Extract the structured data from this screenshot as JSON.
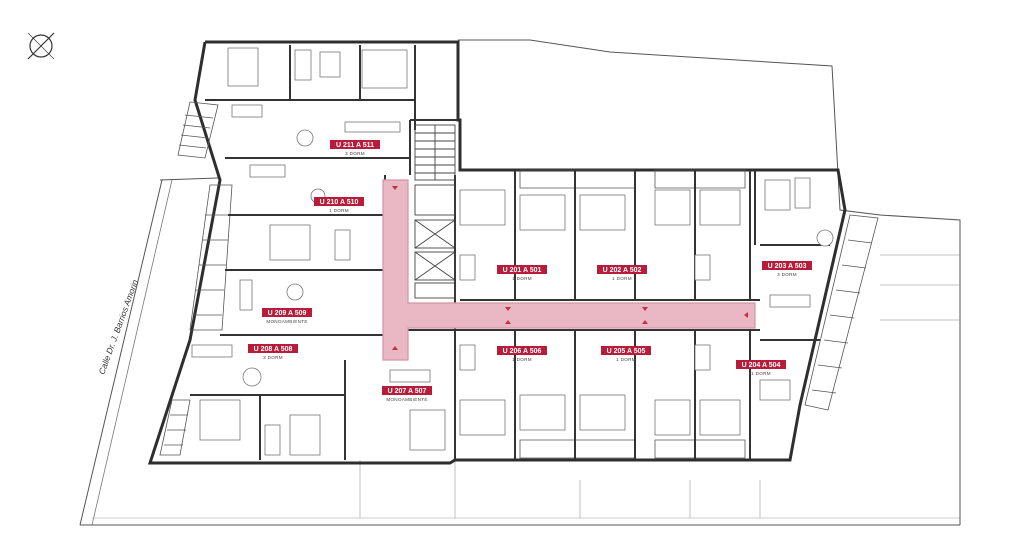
{
  "colors": {
    "corridor": "#eab8c4",
    "corridor_stroke": "#d494a6",
    "arrow": "#c2314f",
    "label_bg": "#b71c3a",
    "wall": "#333333",
    "sidewalk_hatch": "#9a9a9a"
  },
  "street": {
    "name": "Calle Dr. J. Barrios Amorin"
  },
  "north_icon": "compass-north-icon",
  "units": [
    {
      "id": "u211",
      "code": "U 211 A 511",
      "type": "3 DORM"
    },
    {
      "id": "u210",
      "code": "U 210 A 510",
      "type": "1 DORM"
    },
    {
      "id": "u209",
      "code": "U 209 A 509",
      "type": "MONOAMBIENTE"
    },
    {
      "id": "u208",
      "code": "U 208 A 508",
      "type": "3 DORM"
    },
    {
      "id": "u207",
      "code": "U 207 A 507",
      "type": "MONOAMBIENTE"
    },
    {
      "id": "u201",
      "code": "U 201 A 501",
      "type": "1 DORM"
    },
    {
      "id": "u202",
      "code": "U 202 A 502",
      "type": "1 DORM"
    },
    {
      "id": "u206",
      "code": "U 206 A 506",
      "type": "1 DORM"
    },
    {
      "id": "u205",
      "code": "U 205 A 505",
      "type": "1 DORM"
    },
    {
      "id": "u203",
      "code": "U 203 A 503",
      "type": "3 DORM"
    },
    {
      "id": "u204",
      "code": "U 204 A 504",
      "type": "1 DORM"
    }
  ]
}
